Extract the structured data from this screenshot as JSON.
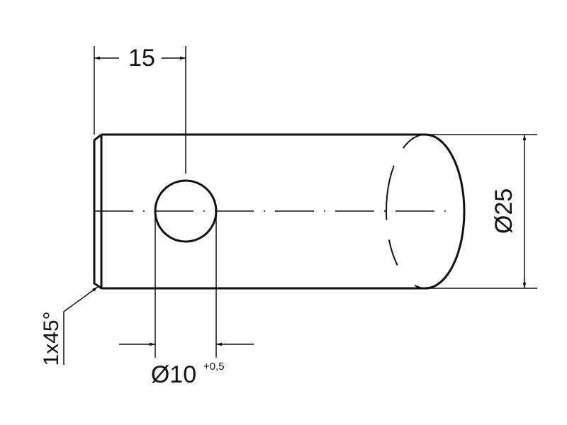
{
  "drawing": {
    "type": "technical-drawing",
    "subject": "cylindrical pin with cross hole",
    "dimensions": {
      "hole_offset": "15",
      "outer_diameter": "Ø25",
      "hole_diameter": "Ø10",
      "hole_tolerance": "+0,5",
      "chamfer": "1x45°"
    },
    "colors": {
      "line": "#111111",
      "background": "#ffffff"
    }
  }
}
